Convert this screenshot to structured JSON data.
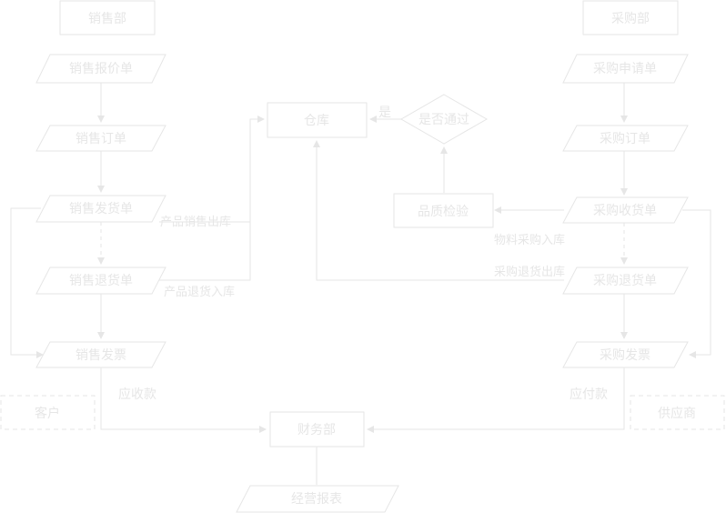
{
  "departments": {
    "sales": "销售部",
    "purchasing": "采购部",
    "warehouse": "仓库",
    "finance": "财务部"
  },
  "sales_docs": {
    "quote": "销售报价单",
    "order": "销售订单",
    "delivery": "销售发货单",
    "return": "销售退货单",
    "invoice": "销售发票"
  },
  "purchase_docs": {
    "request": "采购申请单",
    "order": "采购订单",
    "receipt": "采购收货单",
    "return": "采购退货单",
    "invoice": "采购发票"
  },
  "quality": {
    "check": "品质检验",
    "decision": "是否通过",
    "yes": "是"
  },
  "flows": {
    "product_out": "产品销售出库",
    "product_return_in": "产品退货入库",
    "material_in": "物料采购入库",
    "purchase_return_out": "采购退货出库",
    "receivable": "应收款",
    "payable": "应付款"
  },
  "parties": {
    "customer": "客户",
    "supplier": "供应商"
  },
  "reports": {
    "operating": "经营报表"
  },
  "colors": {
    "stroke": "#e6e6e6",
    "text": "#e6e6e6",
    "background": "#ffffff"
  }
}
